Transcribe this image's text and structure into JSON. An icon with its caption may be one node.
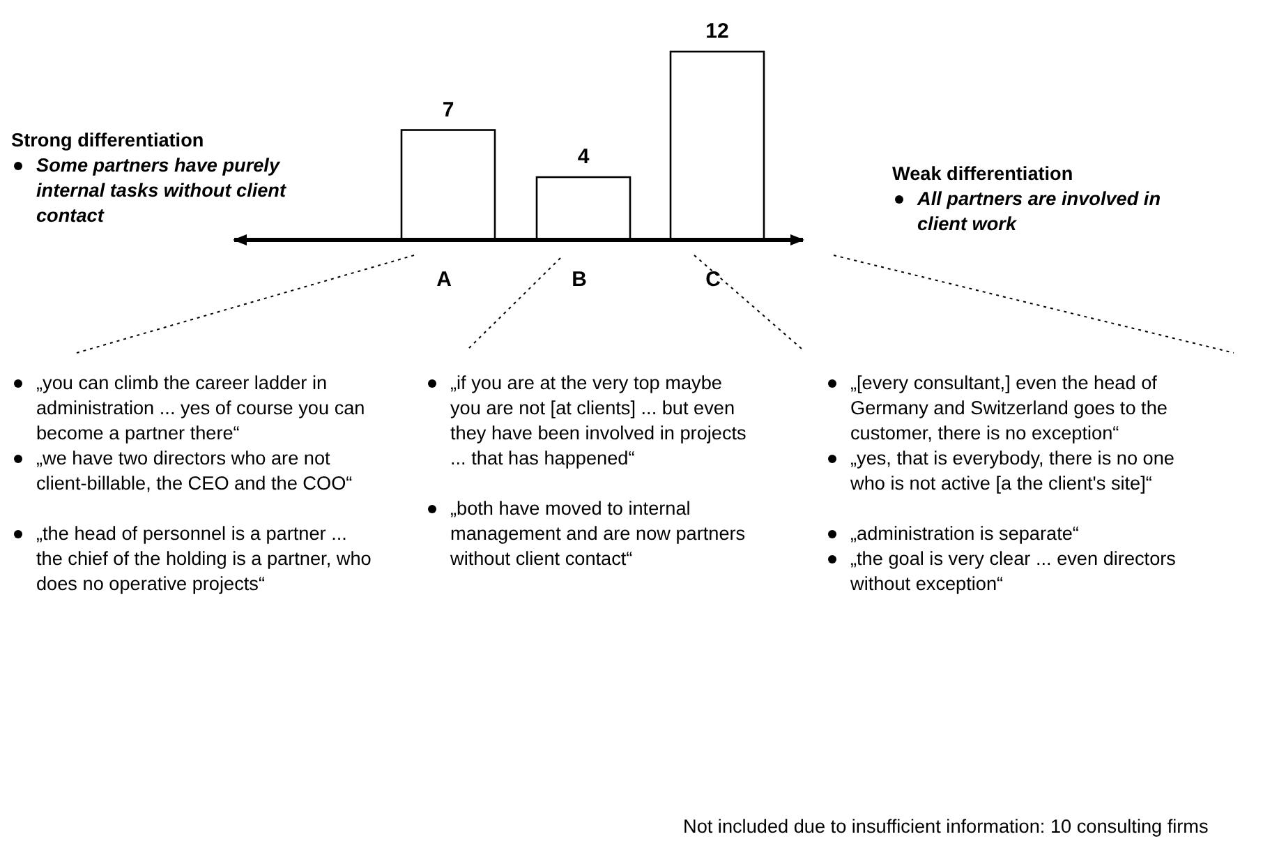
{
  "diagram": {
    "labels": [
      "Strong differentiation",
      "Some partners have purely internal tasks without client contact",
      "Weak differentiation",
      "All partners are involved in client work",
      "„you can climb the career ladder in administration ... yes of course you can become a partner there“",
      "„we have two directors who are not client-billable, the CEO and the COO“",
      "„the head of personnel is a partner ... the chief of the holding is a partner, who does no operative projects“",
      "„if you are at the very top maybe you are not [at clients] ... but even they have been involved in projects ... that has happened“",
      "„both have moved to internal management and are now partners without client contact“",
      "„[every consultant,] even the head of Germany and Switzerland goes to the customer, there is no exception“",
      "„yes, that is everybody, there is no one who is not active [a the client's site]“",
      "„administration is separate“",
      "„the goal is very clear ... even directors without exception“",
      "Not included due to insufficient information:  10 consulting firms"
    ],
    "chart_data": {
      "type": "bar",
      "categories": [
        "A",
        "B",
        "C"
      ],
      "values": [
        7,
        4,
        12
      ],
      "data_labels": true
    }
  }
}
